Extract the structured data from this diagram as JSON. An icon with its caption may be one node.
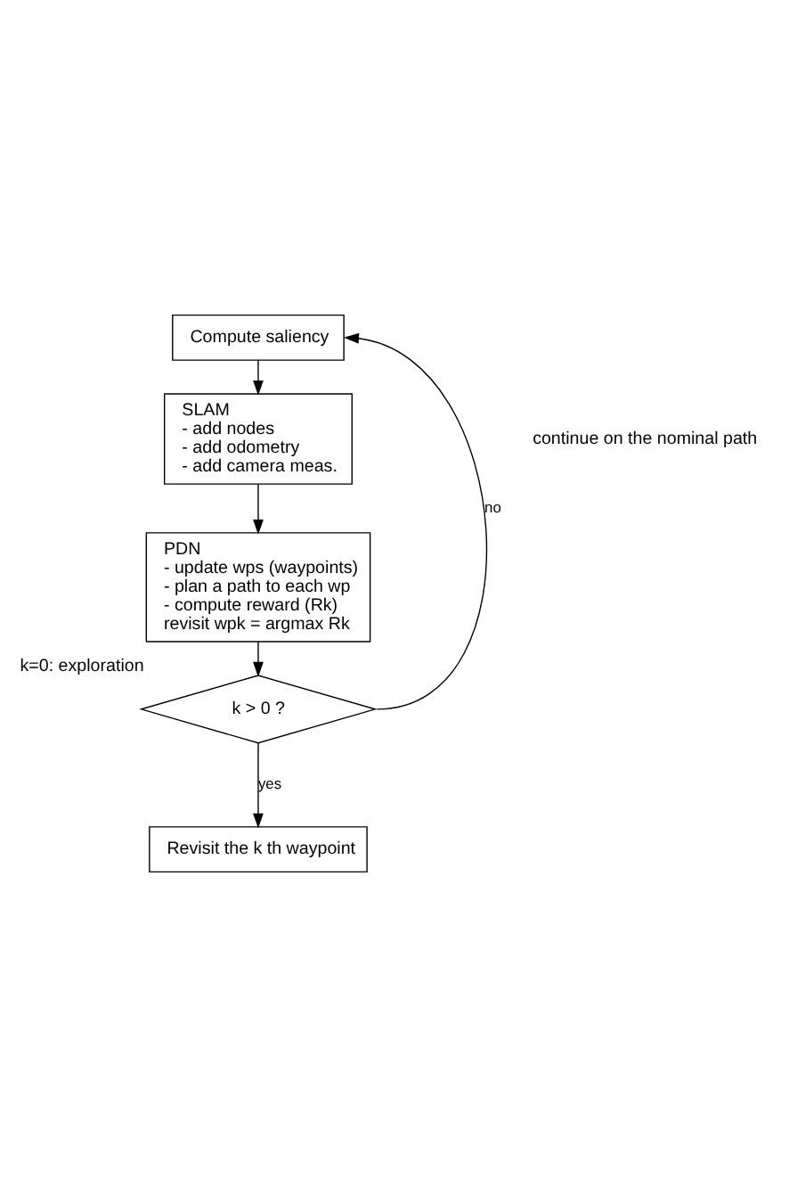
{
  "diagram": {
    "nodes": [
      {
        "text": [
          "Compute saliency"
        ]
      },
      {
        "text": [
          "SLAM",
          "- add nodes",
          "- add odometry",
          "- add camera meas."
        ]
      },
      {
        "text": [
          "PDN",
          "- update wps (waypoints)",
          "- plan a path to each wp",
          "- compute reward (Rk)",
          "revisit wpk = argmax Rk"
        ]
      },
      {
        "text": [
          "k > 0 ?"
        ],
        "beside": [
          "k=0: exploration"
        ]
      },
      {
        "text": [
          "Revisit the k th waypoint"
        ]
      }
    ],
    "edges": [
      {
        "from": 0,
        "to": 1,
        "arrow": "to"
      },
      {
        "from": 1,
        "to": 2,
        "arrow": "to"
      },
      {
        "from": 2,
        "to": 3,
        "arrow": "to"
      },
      {
        "from": 3,
        "to": 4,
        "arrow": "to",
        "label": "yes"
      },
      {
        "from": 3,
        "to": 0,
        "arrow": "to",
        "label": "no"
      }
    ],
    "labels": [
      "continue on the nominal path"
    ]
  }
}
